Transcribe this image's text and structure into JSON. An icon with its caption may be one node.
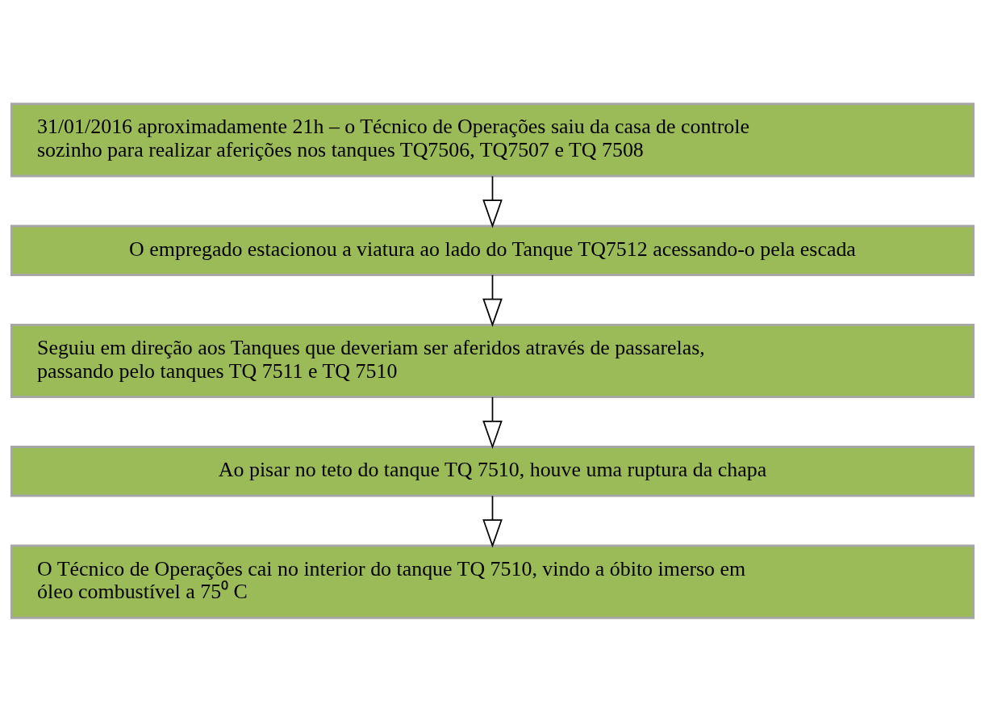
{
  "diagram": {
    "nodes": [
      {
        "text": [
          "31/01/2016 aproximadamente 21h – o Técnico de Operações saiu da casa de controle sozinho para realizar aferições nos tanques TQ7506, TQ7507 e TQ 7508"
        ]
      },
      {
        "text": [
          "O empregado estacionou a viatura ao lado do Tanque TQ7512 acessando-o pela escada"
        ]
      },
      {
        "text": [
          "Seguiu em direção aos Tanques que deveriam ser aferidos através de passarelas, passando pelo tanques TQ 7511 e TQ 7510"
        ]
      },
      {
        "text": [
          "Ao pisar no teto do tanque TQ 7510, houve uma ruptura da chapa"
        ]
      },
      {
        "text": [
          "O Técnico de Operações cai no interior do tanque TQ 7510, vindo a óbito imerso em óleo combustível a 75⁰ C"
        ]
      }
    ],
    "edges": [
      {
        "from": 0,
        "to": 1,
        "arrow": "to"
      },
      {
        "from": 1,
        "to": 2,
        "arrow": "to"
      },
      {
        "from": 2,
        "to": 3,
        "arrow": "to"
      },
      {
        "from": 3,
        "to": 4,
        "arrow": "to"
      }
    ]
  }
}
